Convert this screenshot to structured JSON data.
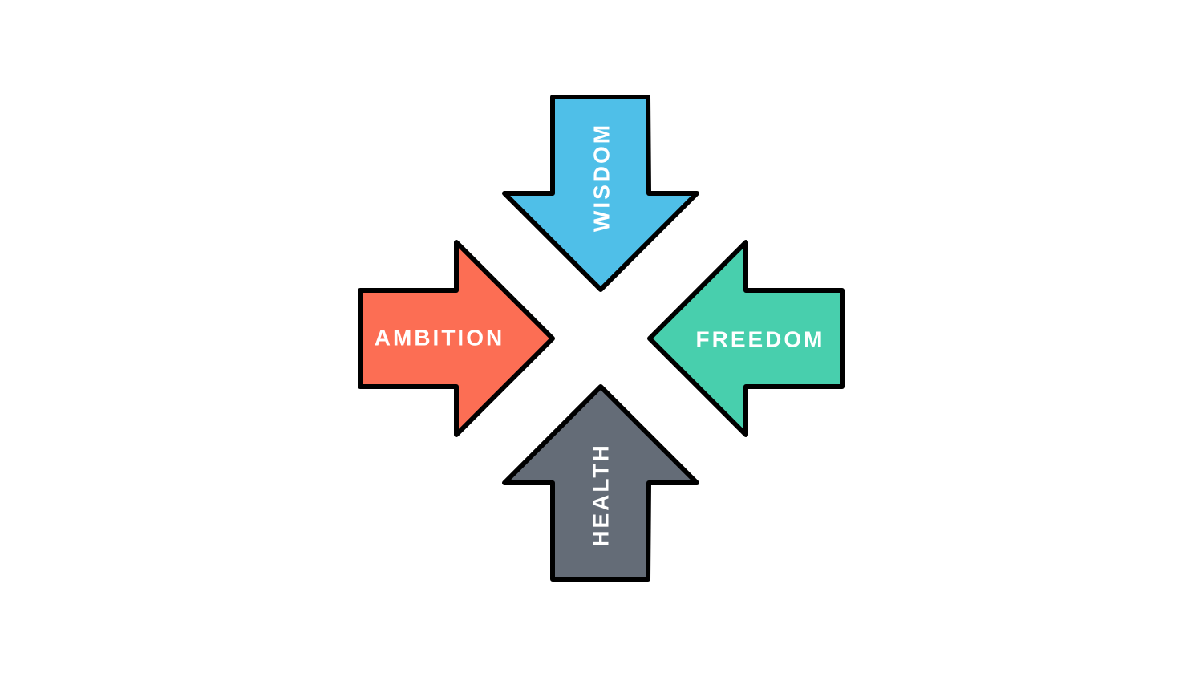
{
  "diagram": {
    "arrows": [
      {
        "id": "wisdom",
        "label": "WISDOM",
        "direction": "down",
        "color": "#4FBFE8"
      },
      {
        "id": "ambition",
        "label": "AMBITION",
        "direction": "right",
        "color": "#FC6E54"
      },
      {
        "id": "freedom",
        "label": "FREEDOM",
        "direction": "left",
        "color": "#48CFAD"
      },
      {
        "id": "health",
        "label": "HEALTH",
        "direction": "up",
        "color": "#646C77"
      }
    ]
  }
}
